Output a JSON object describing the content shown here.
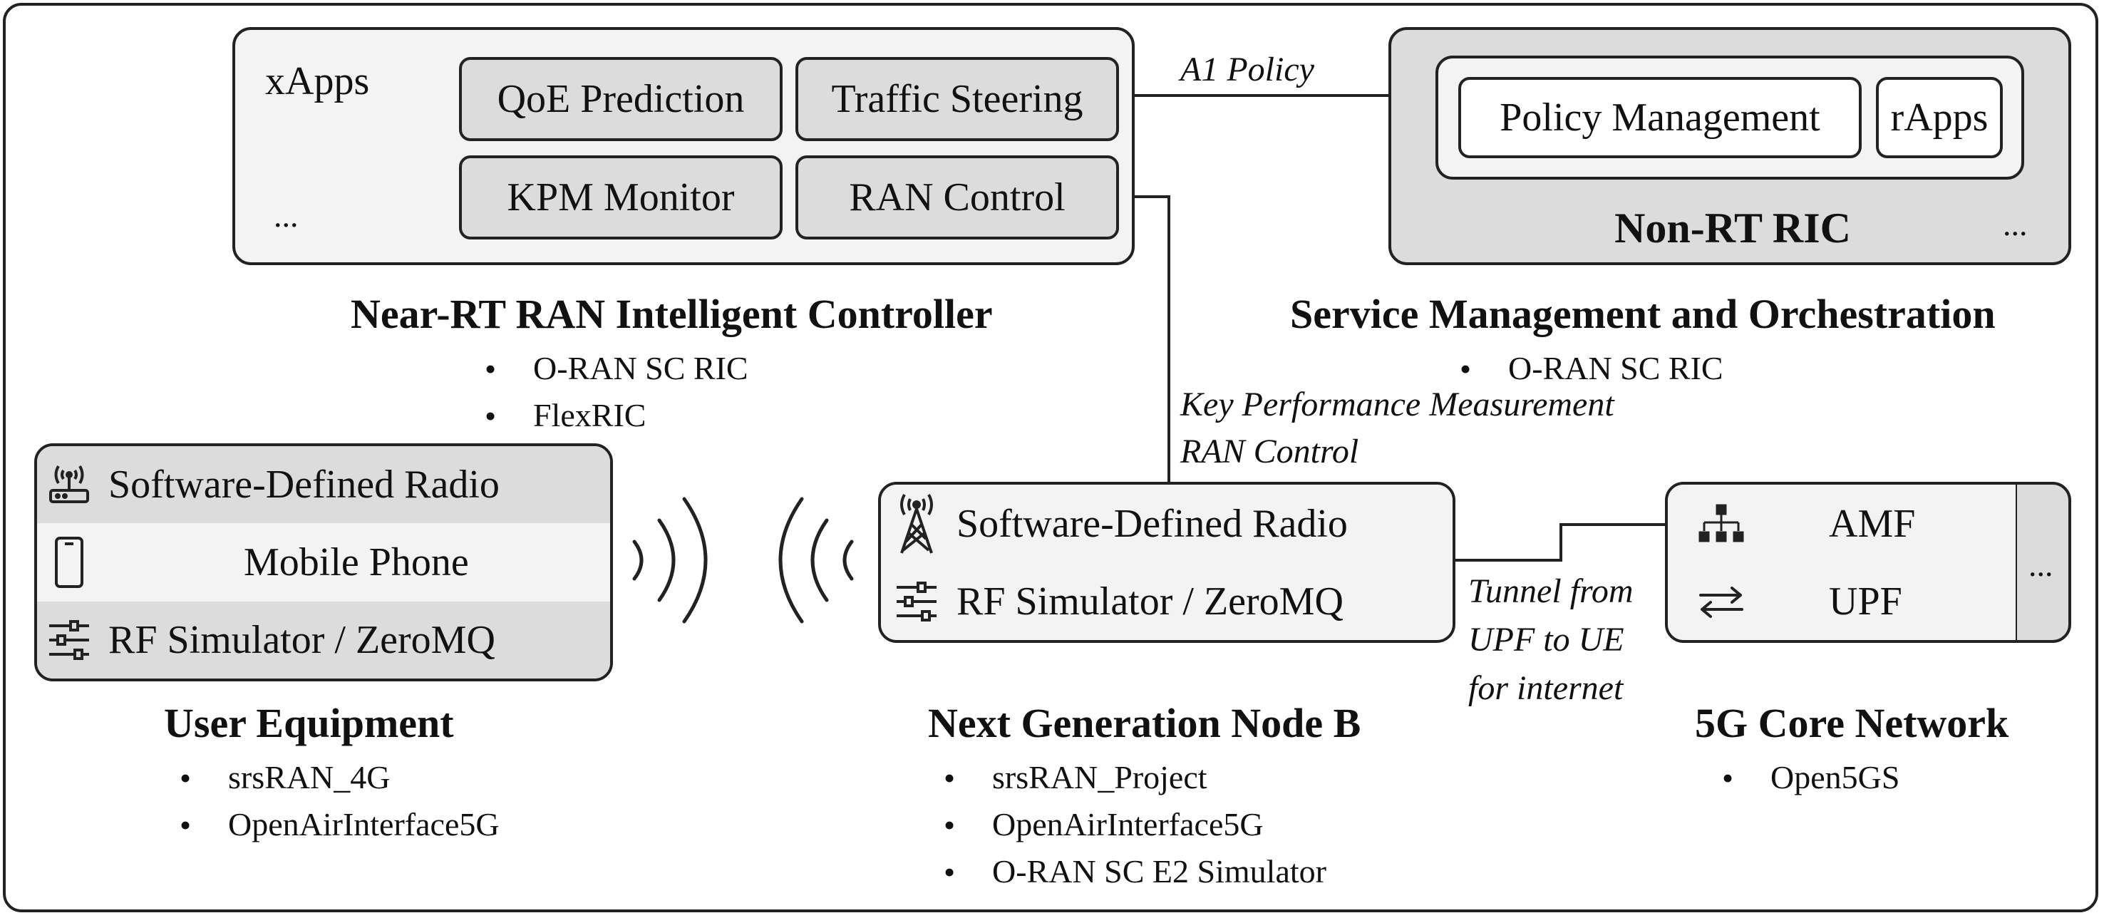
{
  "near_rt_ric": {
    "title": "Near-RT RAN Intelligent Controller",
    "xapps_label": "xApps",
    "ellipsis": "...",
    "xapps": [
      "QoE Prediction",
      "Traffic Steering",
      "KPM Monitor",
      "RAN Control"
    ],
    "implementations": [
      "O-RAN SC RIC",
      "FlexRIC"
    ]
  },
  "smo": {
    "title": "Service Management and Orchestration",
    "ric_name": "Non-RT RIC",
    "ellipsis": "...",
    "items": [
      "Policy Management",
      "rApps"
    ],
    "implementations": [
      "O-RAN SC RIC"
    ]
  },
  "links": {
    "a1": "A1 Policy",
    "e2_line1": "Key Performance Measurement",
    "e2_line2": "RAN Control",
    "tunnel_line1": "Tunnel from",
    "tunnel_line2": "UPF to UE",
    "tunnel_line3": "for internet"
  },
  "ue": {
    "title": "User Equipment",
    "rows": [
      {
        "label": "Software-Defined Radio",
        "icon": "router-antenna-icon"
      },
      {
        "label": "Mobile Phone",
        "icon": "mobile-phone-icon"
      },
      {
        "label": "RF Simulator / ZeroMQ",
        "icon": "sliders-icon"
      }
    ],
    "implementations": [
      "srsRAN_4G",
      "OpenAirInterface5G"
    ]
  },
  "gnb": {
    "title": "Next Generation Node B",
    "rows": [
      {
        "label": "Software-Defined Radio",
        "icon": "radio-tower-icon"
      },
      {
        "label": "RF Simulator / ZeroMQ",
        "icon": "sliders-icon"
      }
    ],
    "implementations": [
      "srsRAN_Project",
      "OpenAirInterface5G",
      "O-RAN SC E2 Simulator"
    ]
  },
  "core": {
    "title": "5G Core Network",
    "functions": [
      {
        "label": "AMF",
        "icon": "network-hierarchy-icon"
      },
      {
        "label": "UPF",
        "icon": "bidirectional-arrows-icon"
      }
    ],
    "ellipsis": "...",
    "implementations": [
      "Open5GS"
    ]
  },
  "colors": {
    "stroke": "#222222",
    "dark_fill": "#dcdcdc",
    "light_fill": "#f3f3f3",
    "white": "#ffffff"
  }
}
